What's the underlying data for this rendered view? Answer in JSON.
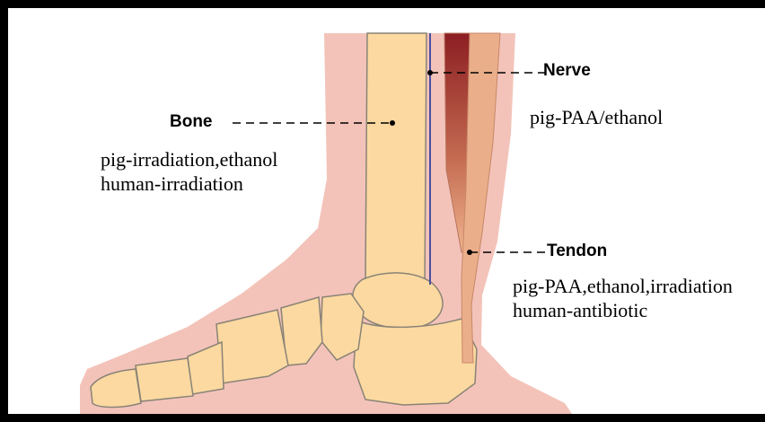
{
  "labels": {
    "nerve": {
      "title": "Nerve",
      "lines": [
        "pig-PAA/ethanol"
      ]
    },
    "bone": {
      "title": "Bone",
      "lines": [
        "pig-irradiation,ethanol",
        "human-irradiation"
      ]
    },
    "tendon": {
      "title": "Tendon",
      "lines": [
        "pig-PAA,ethanol,irradiation",
        "human-antibiotic"
      ]
    }
  },
  "colors": {
    "skin": "#f3c3b9",
    "bone": "#fbd9a0",
    "bone_outline": "#8a8377",
    "nerve": "#4b4fa0",
    "muscle": "#9e2a2a",
    "tendon": "#eaaf8a"
  }
}
